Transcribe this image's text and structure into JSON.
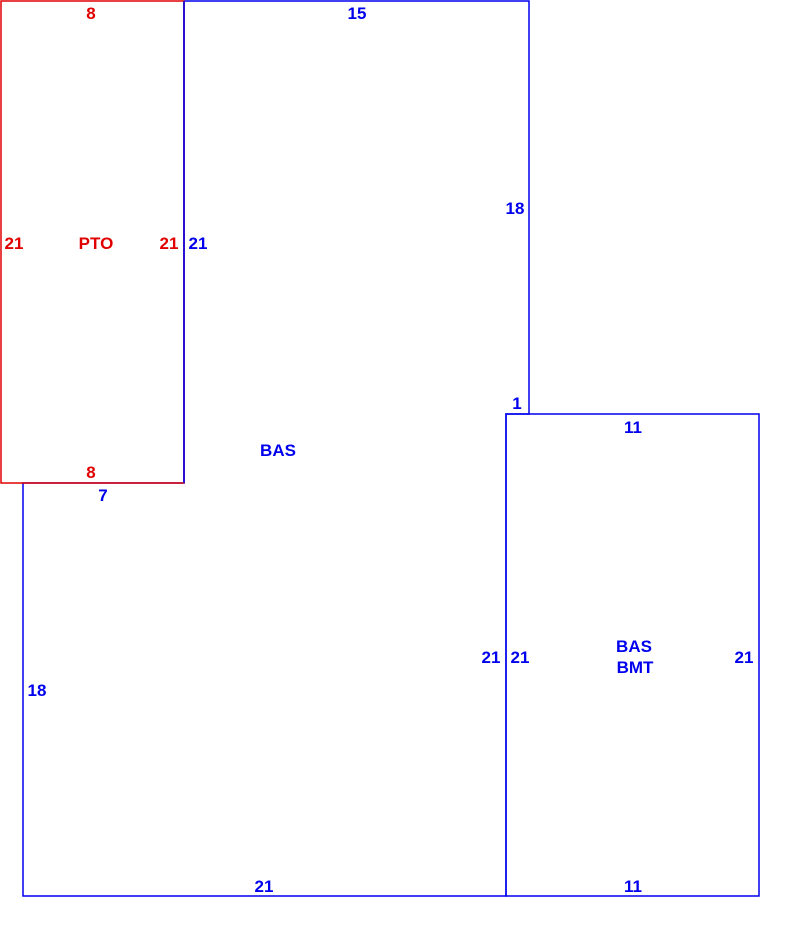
{
  "colors": {
    "main": "#0000ee",
    "porch": "#e00000"
  },
  "areas": {
    "pto": {
      "name": "PTO",
      "top": "8",
      "bottom": "8",
      "left": "21",
      "right": "21"
    },
    "bas": {
      "name": "BAS",
      "top": "15",
      "right_upper": "18",
      "step": "1",
      "right_lower": "21",
      "bottom": "21",
      "left": "18",
      "notch_top": "7",
      "notch_side": "21"
    },
    "bmt": {
      "name_line1": "BAS",
      "name_line2": "BMT",
      "top": "11",
      "bottom": "11",
      "left": "21",
      "right": "21"
    }
  }
}
